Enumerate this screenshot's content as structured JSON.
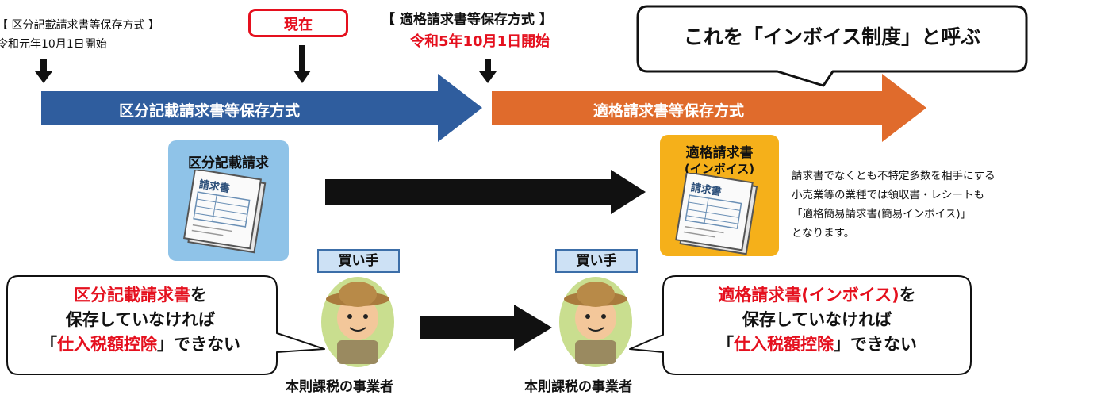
{
  "timeline": {
    "left_bracket": "【 区分記載請求書等保存方式 】",
    "left_date": "令和元年10月1日開始",
    "current": "現在",
    "right_bracket": "【 適格請求書等保存方式 】",
    "right_date": "令和5年10月1日開始"
  },
  "callout_top": "これを「インボイス制度」と呼ぶ",
  "arrows": {
    "blue_label": "区分記載請求書等保存方式",
    "orange_label": "適格請求書等保存方式",
    "blue_color": "#2f5d9e",
    "orange_color": "#e06b2c"
  },
  "left_card": {
    "title": "区分記載請求"
  },
  "right_card": {
    "title": "適格請求書",
    "subtitle": "(インボイス)"
  },
  "document_icon_text": "請求書",
  "right_note": [
    "請求書でなくとも不特定多数を相手にする",
    "小売業等の業種では領収書・レシートも",
    "「適格簡易請求書(簡易インボイス)」",
    "となります。"
  ],
  "buyer_badge": "買い手",
  "buyer_caption": "本則課税の事業者",
  "left_bubble": {
    "l1_red": "区分記載請求書",
    "l1_rest": "を",
    "l2": "保存していなければ",
    "l3_open": "「",
    "l3_red": "仕入税額控除",
    "l3_rest": "」できない"
  },
  "right_bubble": {
    "l1_red": "適格請求書(インボイス)",
    "l1_rest": "を",
    "l2": "保存していなければ",
    "l3_open": "「",
    "l3_red": "仕入税額控除",
    "l3_rest": "」できない"
  }
}
